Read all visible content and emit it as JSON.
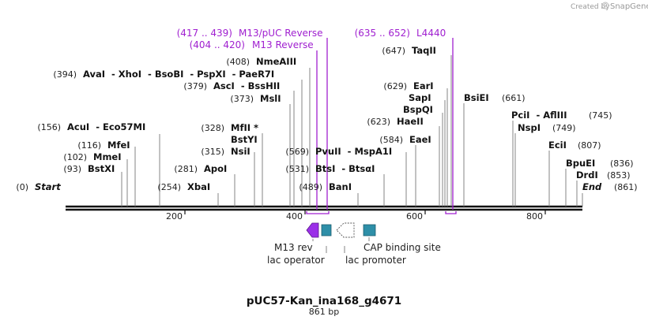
{
  "credit": {
    "prefix": "Created by",
    "brand": "SnapGene"
  },
  "title": "pUC57-Kan_ina168_g4671",
  "subtitle": "861 bp",
  "ticks": [
    "200",
    "400",
    "600",
    "800"
  ],
  "primers": [
    {
      "range": "(417 .. 439)",
      "name": "M13/pUC Reverse"
    },
    {
      "range": "(404 .. 420)",
      "name": "M13 Reverse"
    },
    {
      "range": "(635 .. 652)",
      "name": "L4440"
    }
  ],
  "sites": [
    {
      "pos": "(408)",
      "text": "NmeAIII"
    },
    {
      "pos": "(394)",
      "text": "AvaI  - XhoI  - BsoBI  - PspXI  - PaeR7I"
    },
    {
      "pos": "(379)",
      "text": "AscI  - BssHII"
    },
    {
      "pos": "(373)",
      "text": "MslI"
    },
    {
      "pos": "(328)",
      "text": "MfII *"
    },
    {
      "pos": "",
      "text": "BstYI"
    },
    {
      "pos": "(315)",
      "text": "NsiI"
    },
    {
      "pos": "(281)",
      "text": "ApoI"
    },
    {
      "pos": "(254)",
      "text": "XbaI"
    },
    {
      "pos": "(156)",
      "text": "AcuI  - Eco57MI"
    },
    {
      "pos": "(116)",
      "text": "MfeI"
    },
    {
      "pos": "(102)",
      "text": "MmeI"
    },
    {
      "pos": "(93)",
      "text": "BstXI"
    },
    {
      "pos": "(0)",
      "text": "Start"
    },
    {
      "pos": "(569)",
      "text": "PvuII  - MspA1I"
    },
    {
      "pos": "(531)",
      "text": "BtsI  - BtsαI"
    },
    {
      "pos": "(489)",
      "text": "BanI"
    },
    {
      "pos": "(647)",
      "text": "TaqII"
    },
    {
      "pos": "(629)",
      "text": "EarI"
    },
    {
      "pos": "",
      "text": "SapI"
    },
    {
      "pos": "",
      "text": "BspQI"
    },
    {
      "pos": "(623)",
      "text": "HaeII"
    },
    {
      "pos": "(584)",
      "text": "EaeI"
    },
    {
      "pos": "(661)",
      "text": "BsiEI"
    },
    {
      "pos": "(745)",
      "text": "PciI  - AflIII"
    },
    {
      "pos": "(749)",
      "text": "NspI"
    },
    {
      "pos": "(807)",
      "text": "EciI"
    },
    {
      "pos": "(836)",
      "text": "BpuEI"
    },
    {
      "pos": "(853)",
      "text": "DrdI"
    },
    {
      "pos": "(861)",
      "text": "End"
    }
  ],
  "features": [
    {
      "name": "M13 rev"
    },
    {
      "name": "lac operator"
    },
    {
      "name": "lac promoter"
    },
    {
      "name": "CAP binding site"
    }
  ],
  "colors": {
    "primer": "#a020d0",
    "feature_box": "#2e8fa8",
    "m13rev": "#9b30e8"
  }
}
